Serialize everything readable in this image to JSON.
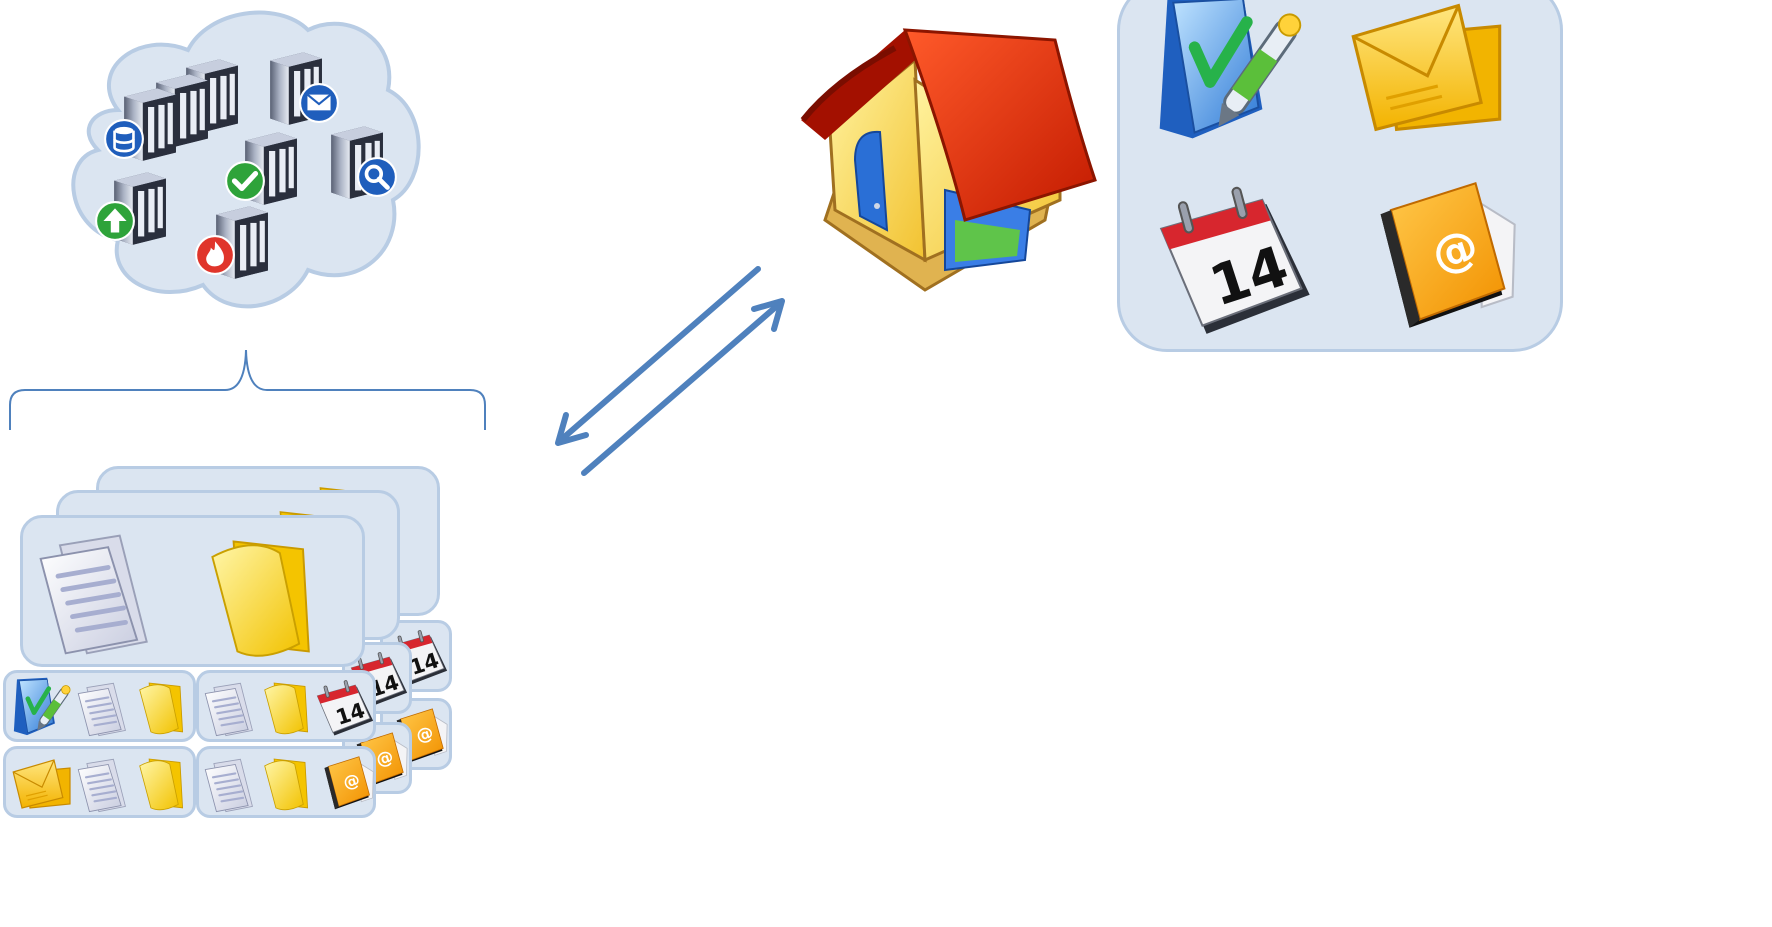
{
  "diagram": {
    "cloud": {
      "servers": [
        {
          "badge": "database-icon"
        },
        {
          "badge": "none"
        },
        {
          "badge": "none"
        },
        {
          "badge": "mail-icon"
        },
        {
          "badge": "check-icon"
        },
        {
          "badge": "search-icon"
        },
        {
          "badge": "upload-icon"
        },
        {
          "badge": "fire-icon"
        }
      ]
    },
    "home_apps": [
      "tasks-icon",
      "mail-icon",
      "calendar-icon",
      "contacts-icon"
    ],
    "calendar_day": "14",
    "contacts_symbol": "@",
    "colors": {
      "panel_fill": "#dbe5f1",
      "panel_border": "#b8cce4",
      "arrow": "#4f81bd",
      "brace": "#4f81bd"
    }
  }
}
